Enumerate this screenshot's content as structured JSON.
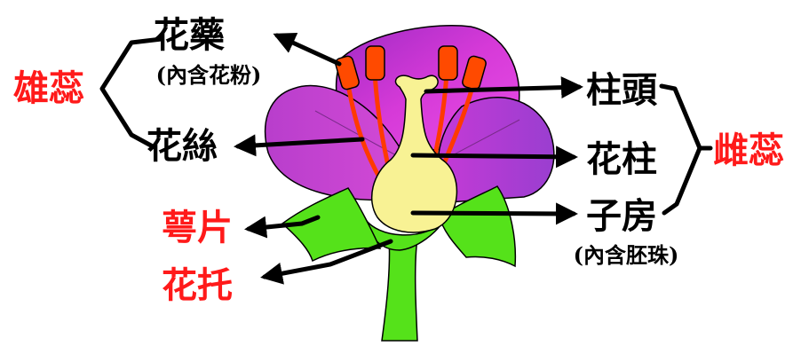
{
  "labels": {
    "anther": "花藥",
    "anther_note": "(內含花粉)",
    "filament": "花絲",
    "stamen": "雄蕊",
    "sepal": "萼片",
    "receptacle": "花托",
    "stigma": "柱頭",
    "style": "花柱",
    "ovary": "子房",
    "ovary_note": "(內含胚珠)",
    "pistil": "雌蕊"
  },
  "colors": {
    "black_label": "#000000",
    "red_label": "#ff1a1a",
    "petal_back": "#cc33cc",
    "petal_front": "#c040d8",
    "anther": "#ff4a00",
    "filament": "#ff3a00",
    "pistil": "#f8f294",
    "sepal": "#55e21a"
  }
}
